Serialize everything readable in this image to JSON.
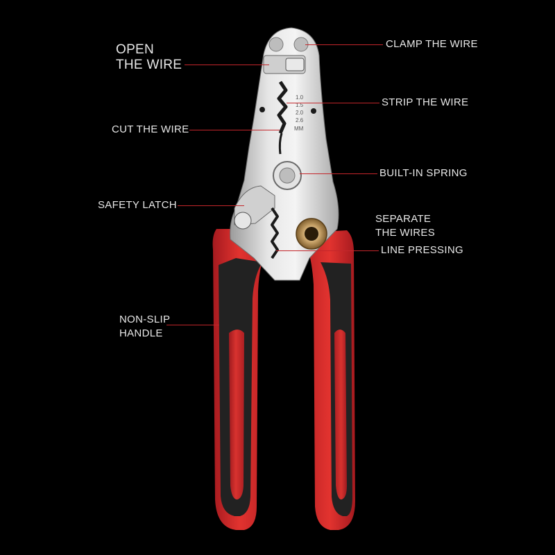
{
  "labels": {
    "open_wire": [
      "OPEN",
      "THE WIRE"
    ],
    "cut_wire": "CUT THE WIRE",
    "safety_latch": "SAFETY LATCH",
    "non_slip_handle": [
      "NON-SLIP",
      "HANDLE"
    ],
    "clamp_wire": "CLAMP THE WIRE",
    "strip_wire": "STRIP THE WIRE",
    "built_in_spring": "BUILT-IN SPRING",
    "separate_wires": [
      "SEPARATE",
      "THE WIRES"
    ],
    "line_pressing": "LINE PRESSING"
  },
  "gauge_marks": [
    "1.0",
    "1.5",
    "2.0",
    "2.6",
    "MM"
  ],
  "colors": {
    "background": "#000000",
    "handle_red": "#d9262b",
    "handle_black": "#222222",
    "steel": "#d9d9d9",
    "leader_line": "#c4262b",
    "label_text": "#e8e8e8"
  }
}
